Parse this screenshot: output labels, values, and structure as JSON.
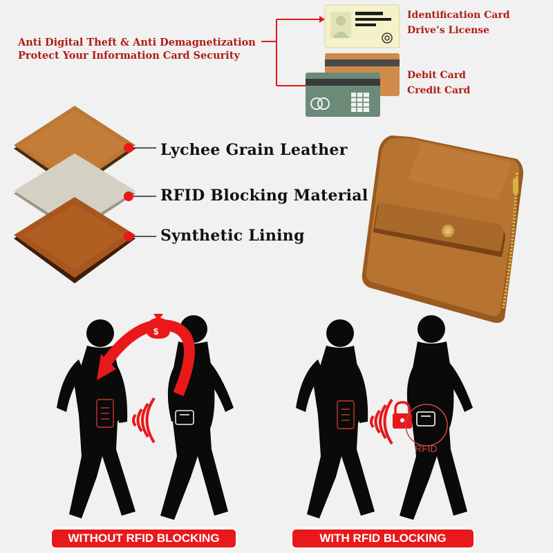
{
  "security": {
    "line1": "Anti Digital Theft & Anti Demagnetization",
    "line2": "Protect Your Information Card Security"
  },
  "cards": {
    "id_line1": "Identification Card",
    "id_line2": "Drive’s License",
    "bank_line1": "Debit Card",
    "bank_line2": "Credit Card"
  },
  "layers": [
    {
      "label": "Lychee Grain Leather"
    },
    {
      "label": "RFID Blocking Material"
    },
    {
      "label": "Synthetic Lining"
    }
  ],
  "scenes": {
    "without_label": "WITHOUT RFID BLOCKING",
    "with_label": "WITH RFID BLOCKING",
    "rfid_text": "RFID",
    "money_symbol": "$"
  },
  "colors": {
    "accent_red": "#e8181b",
    "text_red": "#b01c14",
    "leather": "#b5732f",
    "silhouette": "#0a0a0a"
  },
  "icons": [
    "money-bag-icon",
    "padlock-icon",
    "wallet-icon",
    "keypad-icon",
    "signal-waves-icon"
  ]
}
